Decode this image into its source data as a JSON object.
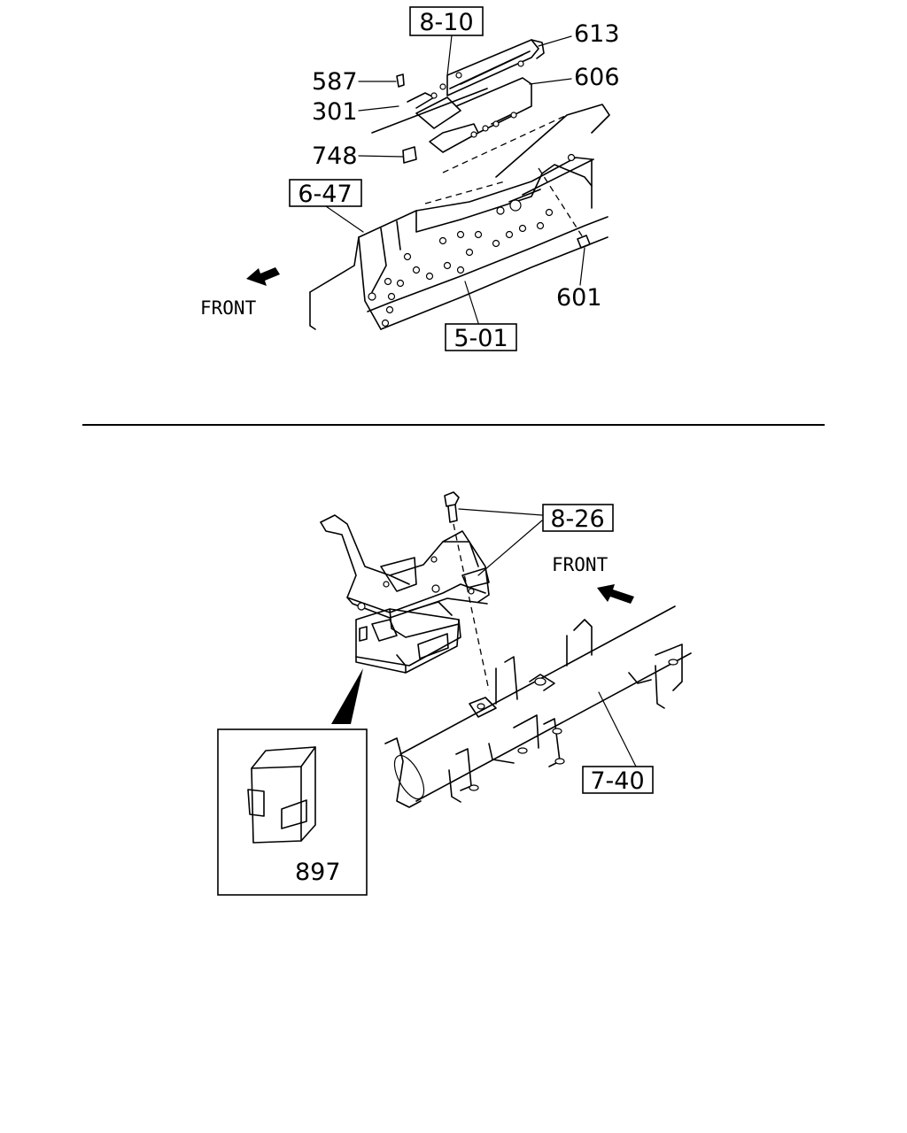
{
  "top_view": {
    "ref_8_10": "8-10",
    "ref_6_47": "6-47",
    "ref_5_01": "5-01",
    "part_613": "613",
    "part_606": "606",
    "part_587": "587",
    "part_301": "301",
    "part_748": "748",
    "part_601": "601",
    "front_label": "FRONT"
  },
  "bottom_view": {
    "ref_8_26": "8-26",
    "ref_7_40": "7-40",
    "part_897": "897",
    "front_label": "FRONT"
  }
}
